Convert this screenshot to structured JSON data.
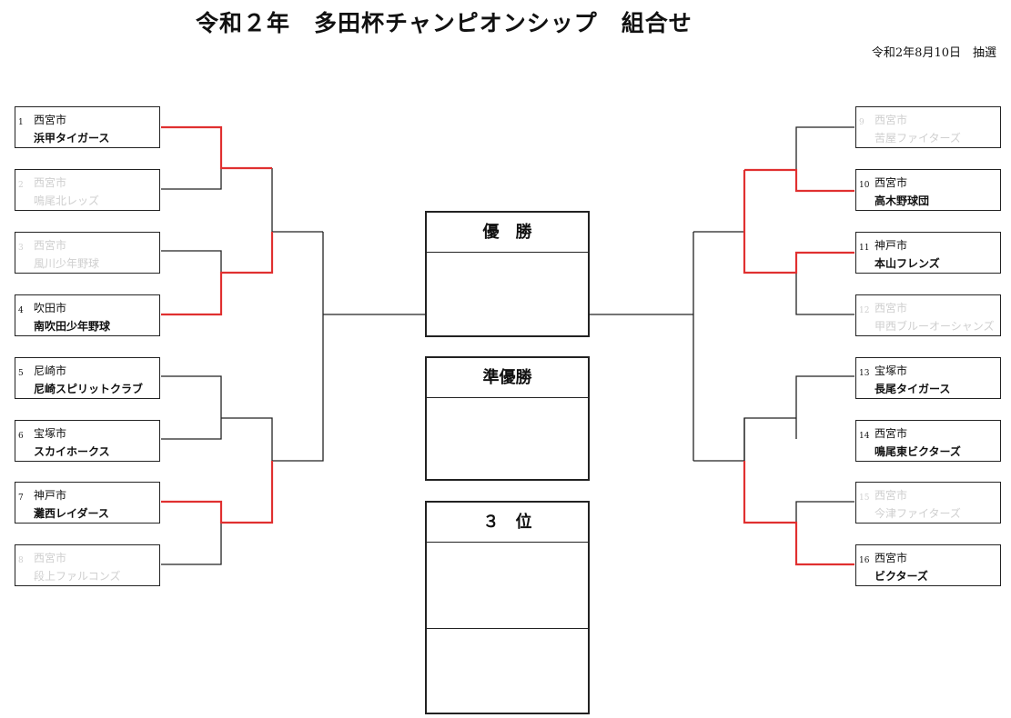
{
  "title": "令和２年　多田杯チャンピオンシップ　組合せ",
  "draw_date": "令和2年8月10日　抽選",
  "colors": {
    "winner_line": "#e03030",
    "line": "#222222",
    "faded_text": "#cfcfcf"
  },
  "results": {
    "champion_label": "優　勝",
    "runner_up_label": "準優勝",
    "third_label": "３　位"
  },
  "teams": [
    {
      "num": "1",
      "city": "西宮市",
      "name": "浜甲タイガース",
      "faded": false
    },
    {
      "num": "2",
      "city": "西宮市",
      "name": "鳴尾北レッズ",
      "faded": true
    },
    {
      "num": "3",
      "city": "西宮市",
      "name": "風川少年野球",
      "faded": true
    },
    {
      "num": "4",
      "city": "吹田市",
      "name": "南吹田少年野球",
      "faded": false
    },
    {
      "num": "5",
      "city": "尼崎市",
      "name": "尼崎スピリットクラブ",
      "faded": false
    },
    {
      "num": "6",
      "city": "宝塚市",
      "name": "スカイホークス",
      "faded": false
    },
    {
      "num": "7",
      "city": "神戸市",
      "name": "灘西レイダース",
      "faded": false
    },
    {
      "num": "8",
      "city": "西宮市",
      "name": "段上ファルコンズ",
      "faded": true
    },
    {
      "num": "9",
      "city": "西宮市",
      "name": "苦屋ファイターズ",
      "faded": true
    },
    {
      "num": "10",
      "city": "西宮市",
      "name": "高木野球団",
      "faded": false
    },
    {
      "num": "11",
      "city": "神戸市",
      "name": "本山フレンズ",
      "faded": false
    },
    {
      "num": "12",
      "city": "西宮市",
      "name": "甲西ブルーオーシャンズ",
      "faded": true
    },
    {
      "num": "13",
      "city": "宝塚市",
      "name": "長尾タイガース",
      "faded": false
    },
    {
      "num": "14",
      "city": "西宮市",
      "name": "鳴尾東ビクターズ",
      "faded": false
    },
    {
      "num": "15",
      "city": "西宮市",
      "name": "今津ファイターズ",
      "faded": true
    },
    {
      "num": "16",
      "city": "西宮市",
      "name": "ビクターズ",
      "faded": false
    }
  ]
}
